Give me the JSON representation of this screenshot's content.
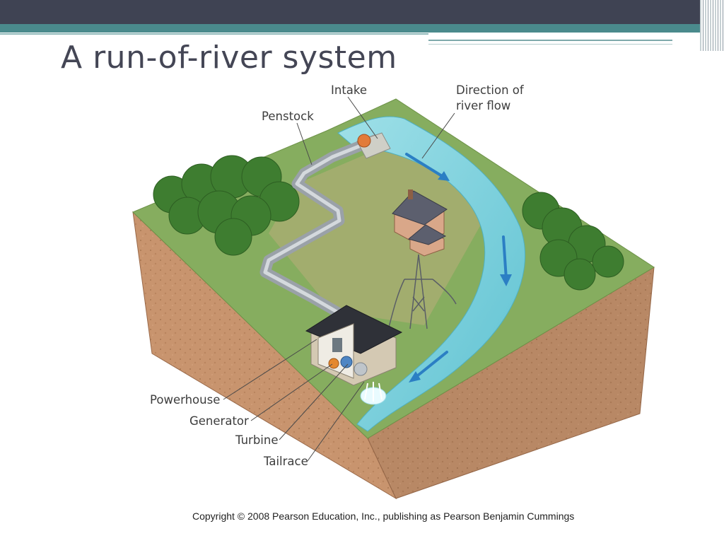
{
  "slide": {
    "title": "A run-of-river system",
    "copyright": "Copyright © 2008 Pearson Education, Inc., publishing as Pearson Benjamin Cummings"
  },
  "diagram": {
    "labels": {
      "intake": "Intake",
      "direction_line1": "Direction of",
      "direction_line2": "river flow",
      "penstock": "Penstock",
      "powerhouse": "Powerhouse",
      "generator": "Generator",
      "turbine": "Turbine",
      "tailrace": "Tailrace"
    },
    "colors": {
      "grass": "#7ea65a",
      "soil": "#c4906a",
      "river": "#7fd1dc",
      "flow_arrow": "#2b7fc4",
      "trees": "#3f7f2f",
      "pipe": "#a7adb3"
    }
  }
}
